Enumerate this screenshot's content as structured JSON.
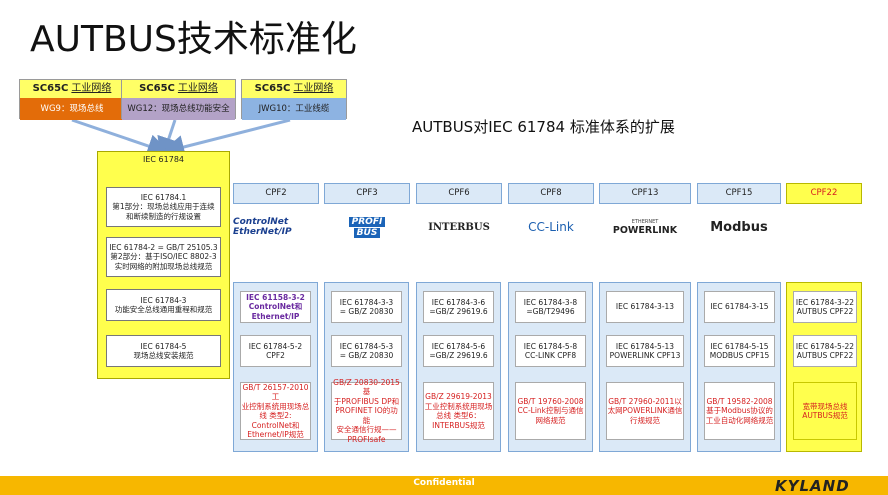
{
  "title": "AUTBUS技术标准化",
  "subtitle": "AUTBUS对IEC 61784 标准体系的扩展",
  "sc65c": [
    {
      "code": "SC65C",
      "name": "工业网络",
      "wg": "WG9：现场总线",
      "color": "#e36c09",
      "text_color": "#ffffff"
    },
    {
      "code": "SC65C",
      "name": "工业网络",
      "wg": "WG12：现场总线功能安全",
      "color": "#b3a2c7",
      "text_color": "#222222"
    },
    {
      "code": "SC65C",
      "name": "工业网络",
      "wg": "JWG10：工业线缆",
      "color": "#8db3e2",
      "text_color": "#222222"
    }
  ],
  "iec": {
    "head": "IEC 61784",
    "boxes": [
      {
        "l1": "IEC 61784.1",
        "l2": "第1部分：现场总线应用于连续",
        "l3": "和断续制造的行规设置"
      },
      {
        "l1": "IEC 61784-2 = GB/T 25105.3",
        "l2": "第2部分：基于ISO/IEC 8802-3",
        "l3": "实时网络的附加现场总线规范"
      },
      {
        "l1": "IEC 61784-3",
        "l2": "功能安全总线通用重程和规范",
        "l3": ""
      },
      {
        "l1": "IEC 61784-5",
        "l2": "现场总线安装规范",
        "l3": ""
      }
    ]
  },
  "cpf": [
    {
      "name": "CPF2",
      "logo1": "ControlNet",
      "logo2": "EtherNet/IP",
      "c1a": "IEC 61158-3-2",
      "c1b": "ControlNet和Ethernet/IP",
      "c2a": "IEC 61784-5-2",
      "c2b": "CPF2",
      "gb": [
        "GB/T 26157-2010 工",
        "业控制系统用现场总",
        "线 类型2:",
        "ControlNet和",
        "Ethernet/IP规范"
      ]
    },
    {
      "name": "CPF3",
      "logo1": "PROFI",
      "logo2": "BUS",
      "c1a": "IEC 61784-3-3",
      "c1b": "= GB/Z 20830",
      "c2a": "IEC 61784-5-3",
      "c2b": "= GB/Z 20830",
      "gb": [
        "GB/Z 20830-2015 基",
        "于PROFIBUS DP和",
        "PROFINET IO的功能",
        "安全通信行规——",
        "PROFIsafe"
      ]
    },
    {
      "name": "CPF6",
      "logo1": "INTERBUS",
      "logo2": "",
      "c1a": "IEC 61784-3-6",
      "c1b": "=GB/Z 29619.6",
      "c2a": "IEC 61784-5-6",
      "c2b": "=GB/Z 29619.6",
      "gb": [
        "GB/Z 29619-2013",
        "工业控制系统用现场",
        "总线 类型6：",
        "INTERBUS规范",
        ""
      ]
    },
    {
      "name": "CPF8",
      "logo1": "CC-Link",
      "logo2": "",
      "c1a": "IEC 61784-3-8",
      "c1b": "=GB/T29496",
      "c2a": "IEC 61784-5-8",
      "c2b": "CC-LINK CPF8",
      "gb": [
        "GB/T 19760-2008",
        "CC-Link控制与通信",
        "网络规范",
        "",
        ""
      ]
    },
    {
      "name": "CPF13",
      "logo1": "POWERLINK",
      "logo2": "ETHERNET",
      "c1a": "IEC 61784-3-13",
      "c1b": "",
      "c2a": "IEC 61784-5-13",
      "c2b": "POWERLINK CPF13",
      "gb": [
        "GB/T 27960-2011以",
        "太网POWERLINK通信",
        "行规规范",
        "",
        ""
      ]
    },
    {
      "name": "CPF15",
      "logo1": "Modbus",
      "logo2": "",
      "c1a": "IEC 61784-3-15",
      "c1b": "",
      "c2a": "IEC 61784-5-15",
      "c2b": "MODBUS CPF15",
      "gb": [
        "GB/T 19582-2008",
        "基于Modbus协议的",
        "工业自动化网络规范",
        "",
        ""
      ]
    },
    {
      "name": "CPF22",
      "logo1": "",
      "logo2": "",
      "c1a": "IEC 61784-3-22",
      "c1b": "AUTBUS CPF22",
      "c2a": "IEC 61784-5-22",
      "c2b": "AUTBUS CPF22",
      "gb": [
        "宽带现场总线",
        "AUTBUS规范",
        "",
        "",
        ""
      ]
    }
  ],
  "footer": {
    "confidential": "Confidential",
    "logo": "KYLAND"
  },
  "colors": {
    "yellow": "#ffff4d",
    "blue_fill": "#dbe9f7",
    "footer": "#f7b700",
    "red_text": "#d62020"
  }
}
